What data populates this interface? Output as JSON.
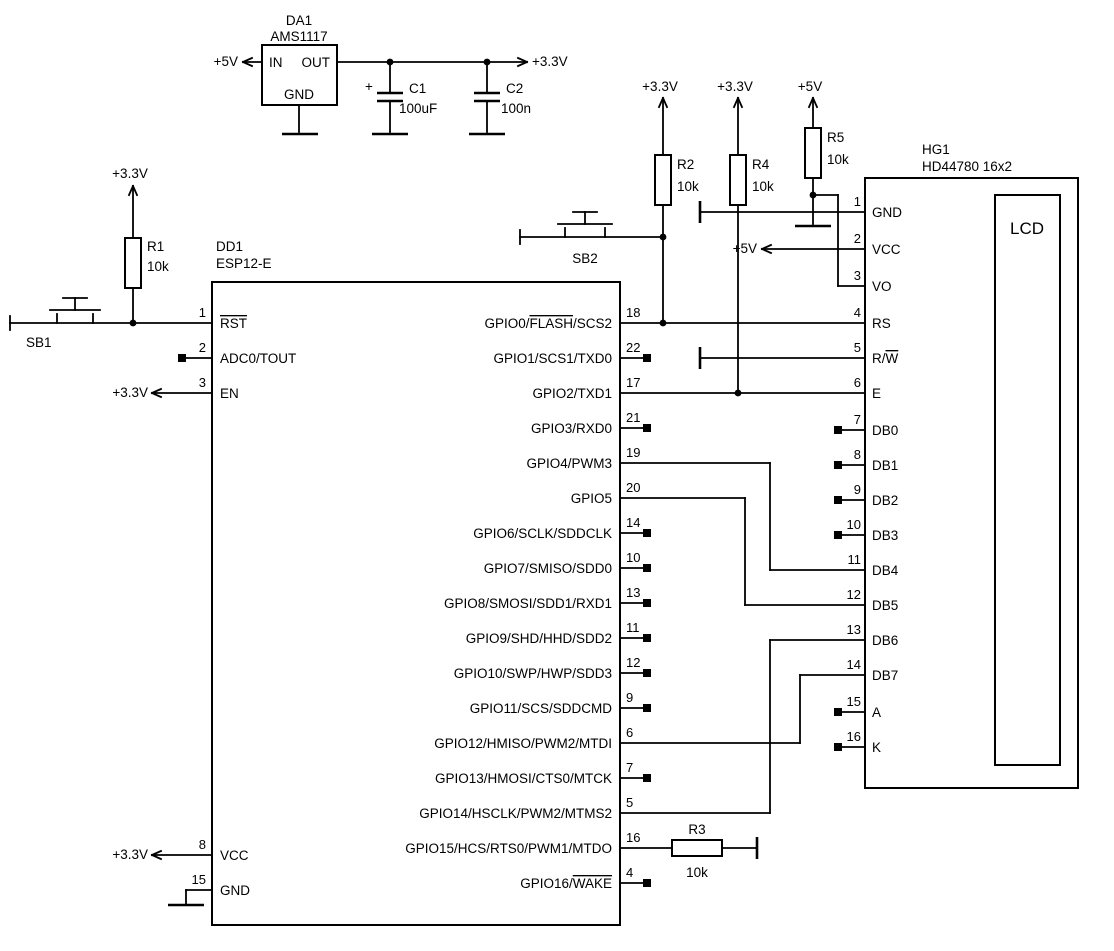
{
  "reg": {
    "ref": "DA1",
    "part": "AMS1117",
    "in": "IN",
    "out": "OUT",
    "gnd": "GND",
    "in_rail": "+5V",
    "out_rail": "+3.3V"
  },
  "c1": {
    "ref": "C1",
    "value": "100uF",
    "plus": "+"
  },
  "c2": {
    "ref": "C2",
    "value": "100n"
  },
  "r1": {
    "ref": "R1",
    "value": "10k",
    "rail": "+3.3V"
  },
  "r2": {
    "ref": "R2",
    "value": "10k",
    "rail": "+3.3V"
  },
  "r3": {
    "ref": "R3",
    "value": "10k"
  },
  "r4": {
    "ref": "R4",
    "value": "10k",
    "rail": "+3.3V"
  },
  "r5": {
    "ref": "R5",
    "value": "10k",
    "rail": "+5V"
  },
  "sb1": {
    "ref": "SB1"
  },
  "sb2": {
    "ref": "SB2"
  },
  "esp": {
    "ref": "DD1",
    "part": "ESP12-E",
    "en_rail": "+3.3V",
    "vcc_rail": "+3.3V",
    "left_pins": [
      {
        "num": "1",
        "over": "RST"
      },
      {
        "num": "2",
        "label": "ADC0/TOUT"
      },
      {
        "num": "3",
        "label": "EN"
      },
      {
        "num": "8",
        "label": "VCC"
      },
      {
        "num": "15",
        "label": "GND"
      }
    ],
    "right_pins": [
      {
        "num": "18",
        "pre": "GPIO0/",
        "over": "FLASH",
        "post": "/SCS2"
      },
      {
        "num": "22",
        "label": "GPIO1/SCS1/TXD0"
      },
      {
        "num": "17",
        "label": "GPIO2/TXD1"
      },
      {
        "num": "21",
        "label": "GPIO3/RXD0"
      },
      {
        "num": "19",
        "label": "GPIO4/PWM3"
      },
      {
        "num": "20",
        "label": "GPIO5"
      },
      {
        "num": "14",
        "label": "GPIO6/SCLK/SDDCLK"
      },
      {
        "num": "10",
        "label": "GPIO7/SMISO/SDD0"
      },
      {
        "num": "13",
        "label": "GPIO8/SMOSI/SDD1/RXD1"
      },
      {
        "num": "11",
        "label": "GPIO9/SHD/HHD/SDD2"
      },
      {
        "num": "12",
        "label": "GPIO10/SWP/HWP/SDD3"
      },
      {
        "num": "9",
        "label": "GPIO11/SCS/SDDCMD"
      },
      {
        "num": "6",
        "label": "GPIO12/HMISO/PWM2/MTDI"
      },
      {
        "num": "7",
        "label": "GPIO13/HMOSI/CTS0/MTCK"
      },
      {
        "num": "5",
        "label": "GPIO14/HSCLK/PWM2/MTMS2"
      },
      {
        "num": "16",
        "label": "GPIO15/HCS/RTS0/PWM1/MTDO"
      },
      {
        "num": "4",
        "pre": "GPIO16/",
        "over": "WAKE"
      }
    ]
  },
  "lcd": {
    "ref": "HG1",
    "part": "HD44780 16x2",
    "screen": "LCD",
    "vcc_rail": "+5V",
    "pins": [
      {
        "num": "1",
        "label": "GND"
      },
      {
        "num": "2",
        "label": "VCC"
      },
      {
        "num": "3",
        "label": "VO"
      },
      {
        "num": "4",
        "label": "RS"
      },
      {
        "num": "5",
        "pre": "R/",
        "over": "W"
      },
      {
        "num": "6",
        "label": "E"
      },
      {
        "num": "7",
        "label": "DB0"
      },
      {
        "num": "8",
        "label": "DB1"
      },
      {
        "num": "9",
        "label": "DB2"
      },
      {
        "num": "10",
        "label": "DB3"
      },
      {
        "num": "11",
        "label": "DB4"
      },
      {
        "num": "12",
        "label": "DB5"
      },
      {
        "num": "13",
        "label": "DB6"
      },
      {
        "num": "14",
        "label": "DB7"
      },
      {
        "num": "15",
        "label": "A"
      },
      {
        "num": "16",
        "label": "K"
      }
    ]
  }
}
